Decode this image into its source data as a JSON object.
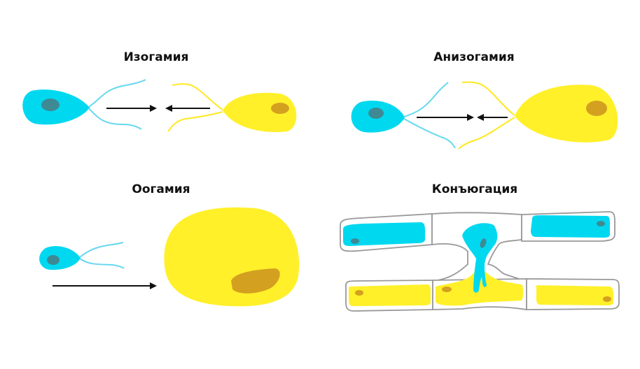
{
  "panels": [
    {
      "title": "Изогамия"
    },
    {
      "title": "Анизогамия"
    },
    {
      "title": "Оогамия"
    },
    {
      "title": "Конъюгация"
    }
  ],
  "colors": {
    "male_gamete": "#00d8f0",
    "male_nucleus": "#3d8a95",
    "female_gamete": "#fff02a",
    "female_nucleus": "#d4a020",
    "flagella_male": "#66d8ee",
    "cell_wall": "#999999",
    "arrow": "#111111"
  }
}
